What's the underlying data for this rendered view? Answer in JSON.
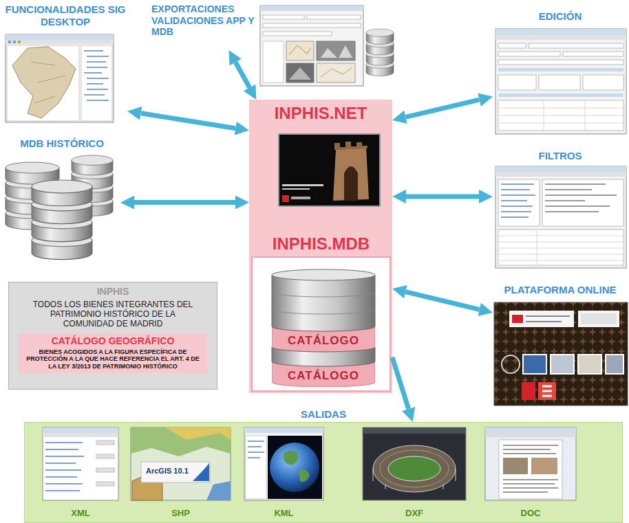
{
  "diagram": {
    "nodes": [
      {
        "text": [
          "FUNCIONALIDADES SIG DESKTOP"
        ]
      },
      {
        "text": [
          "EXPORTACIONES VALIDACIONES APP Y MDB"
        ]
      },
      {
        "text": [
          "EDICIÓN"
        ]
      },
      {
        "text": [
          "INPHIS.NET"
        ]
      },
      {
        "text": [
          "INPHIS.MDB"
        ],
        "in": 3
      },
      {
        "text": [
          "CATÁLOGO"
        ],
        "in": 4
      },
      {
        "text": [
          "CATÁLOGO"
        ],
        "in": 4
      },
      {
        "text": [
          "MDB HISTÓRICO"
        ]
      },
      {
        "text": [
          "FILTROS"
        ]
      },
      {
        "text": [
          "INPHIS",
          "TODOS LOS BIENES INTEGRANTES DEL PATRIMONIO HISTÓRICO DE LA COMUNIDAD DE MADRID"
        ]
      },
      {
        "text": [
          "CATÁLOGO GEOGRÁFICO",
          "BIENES ACOGIDOS A LA FIGURA ESPECÍFICA DE PROTECCIÓN A LA QUE HACE REFERENCIA EL ART. 4 DE LA LEY 3/2013 DE PATRIMONIO HISTÓRICO"
        ],
        "in": 9
      },
      {
        "text": [
          "PLATAFORMA ONLINE"
        ]
      },
      {
        "text": [
          "SALIDAS"
        ]
      },
      {
        "text": [
          "XML"
        ],
        "in": 12
      },
      {
        "text": [
          "SHP"
        ],
        "in": 12
      },
      {
        "text": [
          "KML"
        ],
        "in": 12
      },
      {
        "text": [
          "DXF"
        ],
        "in": 12
      },
      {
        "text": [
          "DOC"
        ],
        "in": 12
      }
    ],
    "edges": [
      {
        "from": 3,
        "to": 0,
        "arrow": "both"
      },
      {
        "from": 3,
        "to": 1,
        "arrow": "both"
      },
      {
        "from": 3,
        "to": 2,
        "arrow": "both"
      },
      {
        "from": 3,
        "to": 7,
        "arrow": "both"
      },
      {
        "from": 3,
        "to": 8,
        "arrow": "both"
      },
      {
        "from": 3,
        "to": 11,
        "arrow": "both"
      },
      {
        "from": 3,
        "to": 12,
        "arrow": "to"
      }
    ],
    "labels": [
      "ArcGIS 10.1"
    ]
  }
}
